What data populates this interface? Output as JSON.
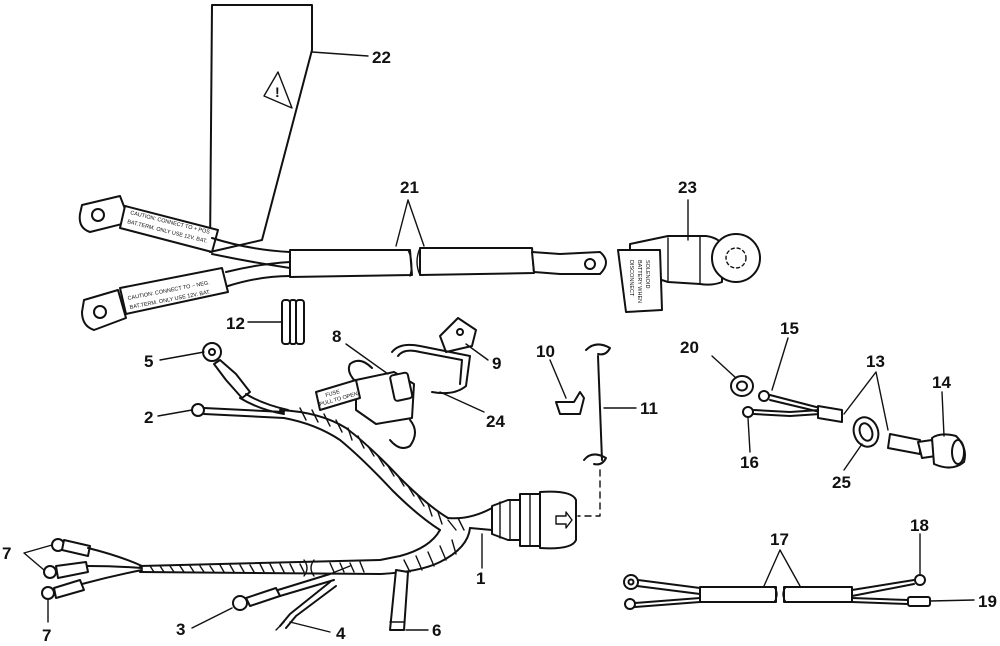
{
  "diagram": {
    "callouts": {
      "c1": "1",
      "c2": "2",
      "c3": "3",
      "c4": "4",
      "c5": "5",
      "c6": "6",
      "c7a": "7",
      "c7b": "7",
      "c8": "8",
      "c9": "9",
      "c10": "10",
      "c11": "11",
      "c12": "12",
      "c13": "13",
      "c14": "14",
      "c15": "15",
      "c16": "16",
      "c17": "17",
      "c18": "18",
      "c19": "19",
      "c20": "20",
      "c21": "21",
      "c22": "22",
      "c23": "23",
      "c24": "24",
      "c25": "25"
    },
    "tags": {
      "pos_line1": "CAUTION: CONNECT TO + POS",
      "pos_line2": "BAT.TERM. ONLY USE 12V. BAT.",
      "neg_line1": "CAUTION: CONNECT TO – NEG.",
      "neg_line2": "BAT.TERM. ONLY USE 12V. BAT.",
      "solenoid_line1": "DISCONNECT",
      "solenoid_line2": "BATTERY WHEN",
      "solenoid_line3": "SOLENOID",
      "fuse_line1": "FUSE",
      "fuse_line2": "PULL TO OPEN"
    }
  }
}
